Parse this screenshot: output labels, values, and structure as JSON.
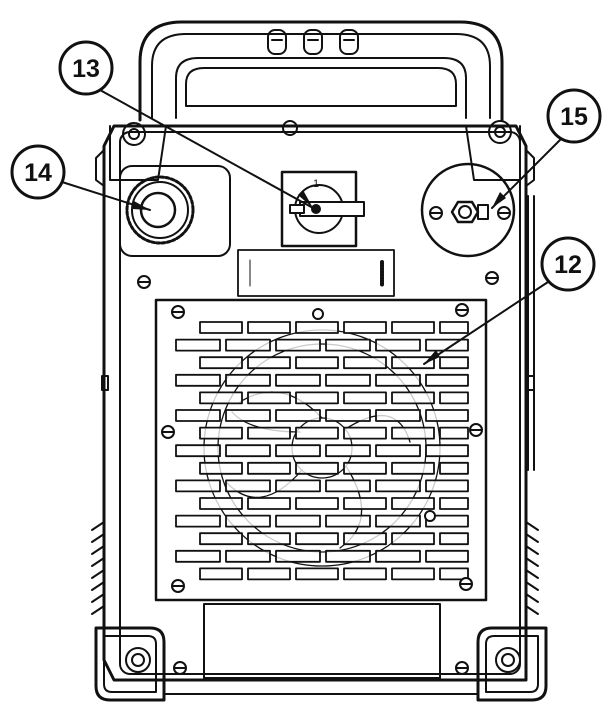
{
  "callouts": [
    {
      "id": "12",
      "label": "12"
    },
    {
      "id": "13",
      "label": "13"
    },
    {
      "id": "14",
      "label": "14"
    },
    {
      "id": "15",
      "label": "15"
    }
  ],
  "switch": {
    "on_mark": "1"
  },
  "colors": {
    "line": "#111111",
    "background": "#ffffff",
    "shade": "#e6e6e6"
  }
}
